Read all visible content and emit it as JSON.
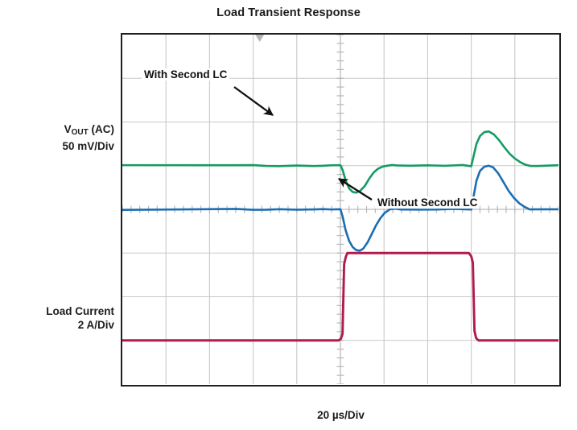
{
  "chart_data": {
    "type": "line",
    "title": "Load Transient Response",
    "xlabel": "20 µs/Div",
    "ylabel": "",
    "grid": true,
    "legend_position": "inline-annotations",
    "x_divisions": 10,
    "y_divisions": 8,
    "x_scale": "20 µs/Div",
    "axis_labels": {
      "vout_line1": "V",
      "vout_sub": "OUT",
      "vout_line1_tail": " (AC)",
      "vout_line2": "50 mV/Div",
      "iload_line1": "Load Current",
      "iload_line2": "2 A/Div"
    },
    "annotations": [
      {
        "name": "with-second-lc",
        "text": "With Second LC",
        "points_to": "green-trace-undershoot"
      },
      {
        "name": "without-second-lc",
        "text": "Without Second LC",
        "points_to": "blue-trace"
      }
    ],
    "series": [
      {
        "name": "With Second LC",
        "color": "#169b62",
        "channel": "VOUT (AC)",
        "scale": "50 mV/Div",
        "baseline_div_from_top": 3.0,
        "undershoot_div": -0.62,
        "overshoot_div": 0.78,
        "undershoot_mV": -31,
        "overshoot_mV": 39,
        "points": [
          [
            0.0,
            0.0
          ],
          [
            0.26,
            0.0
          ],
          [
            0.3,
            0.003
          ],
          [
            0.33,
            -0.002
          ],
          [
            0.36,
            0.002
          ],
          [
            0.4,
            0.0
          ],
          [
            0.44,
            0.002
          ],
          [
            0.46,
            -0.003
          ],
          [
            0.48,
            0.001
          ],
          [
            0.5,
            0.0
          ],
          [
            0.505,
            -0.1
          ],
          [
            0.512,
            -0.34
          ],
          [
            0.52,
            -0.52
          ],
          [
            0.528,
            -0.6
          ],
          [
            0.536,
            -0.62
          ],
          [
            0.545,
            -0.58
          ],
          [
            0.556,
            -0.46
          ],
          [
            0.566,
            -0.3
          ],
          [
            0.576,
            -0.16
          ],
          [
            0.586,
            -0.07
          ],
          [
            0.596,
            -0.02
          ],
          [
            0.606,
            0.01
          ],
          [
            0.618,
            0.012
          ],
          [
            0.63,
            0.008
          ],
          [
            0.66,
            0.006
          ],
          [
            0.7,
            0.004
          ],
          [
            0.74,
            0.002
          ],
          [
            0.78,
            0.004
          ],
          [
            0.8,
            0.0
          ],
          [
            0.805,
            0.2
          ],
          [
            0.812,
            0.5
          ],
          [
            0.82,
            0.68
          ],
          [
            0.83,
            0.77
          ],
          [
            0.84,
            0.78
          ],
          [
            0.852,
            0.72
          ],
          [
            0.864,
            0.58
          ],
          [
            0.876,
            0.42
          ],
          [
            0.888,
            0.27
          ],
          [
            0.9,
            0.16
          ],
          [
            0.912,
            0.08
          ],
          [
            0.924,
            0.03
          ],
          [
            0.936,
            0.0
          ],
          [
            0.95,
            -0.005
          ],
          [
            1.0,
            0.0
          ]
        ]
      },
      {
        "name": "Without Second LC",
        "color": "#1a6eb4",
        "channel": "VOUT (AC)",
        "scale": "50 mV/Div",
        "baseline_div_from_top": 4.0,
        "undershoot_div": -0.95,
        "overshoot_div": 1.0,
        "undershoot_mV": -47,
        "overshoot_mV": 50,
        "points": [
          [
            0.0,
            0.0
          ],
          [
            0.26,
            0.002
          ],
          [
            0.3,
            -0.002
          ],
          [
            0.33,
            0.003
          ],
          [
            0.36,
            -0.001
          ],
          [
            0.4,
            0.002
          ],
          [
            0.44,
            0.0
          ],
          [
            0.46,
            0.003
          ],
          [
            0.48,
            -0.002
          ],
          [
            0.5,
            0.0
          ],
          [
            0.505,
            -0.16
          ],
          [
            0.512,
            -0.48
          ],
          [
            0.52,
            -0.72
          ],
          [
            0.528,
            -0.86
          ],
          [
            0.536,
            -0.93
          ],
          [
            0.544,
            -0.95
          ],
          [
            0.552,
            -0.9
          ],
          [
            0.562,
            -0.76
          ],
          [
            0.572,
            -0.56
          ],
          [
            0.582,
            -0.36
          ],
          [
            0.592,
            -0.2
          ],
          [
            0.602,
            -0.08
          ],
          [
            0.614,
            -0.01
          ],
          [
            0.626,
            0.014
          ],
          [
            0.64,
            0.01
          ],
          [
            0.68,
            0.006
          ],
          [
            0.72,
            0.004
          ],
          [
            0.76,
            0.006
          ],
          [
            0.8,
            0.0
          ],
          [
            0.805,
            0.28
          ],
          [
            0.812,
            0.66
          ],
          [
            0.82,
            0.88
          ],
          [
            0.83,
            0.98
          ],
          [
            0.84,
            1.0
          ],
          [
            0.85,
            0.96
          ],
          [
            0.862,
            0.82
          ],
          [
            0.874,
            0.62
          ],
          [
            0.886,
            0.42
          ],
          [
            0.898,
            0.26
          ],
          [
            0.91,
            0.14
          ],
          [
            0.922,
            0.06
          ],
          [
            0.934,
            0.01
          ],
          [
            0.95,
            -0.004
          ],
          [
            1.0,
            0.0
          ]
        ]
      },
      {
        "name": "Load Current",
        "color": "#b01c4a",
        "channel": "Load Current",
        "scale": "2 A/Div",
        "low_div_from_top": 7.0,
        "high_div_from_top": 5.0,
        "step_low_A": 0,
        "step_high_A": 4,
        "rise_at_x": 0.503,
        "fall_at_x": 0.8
      }
    ]
  }
}
